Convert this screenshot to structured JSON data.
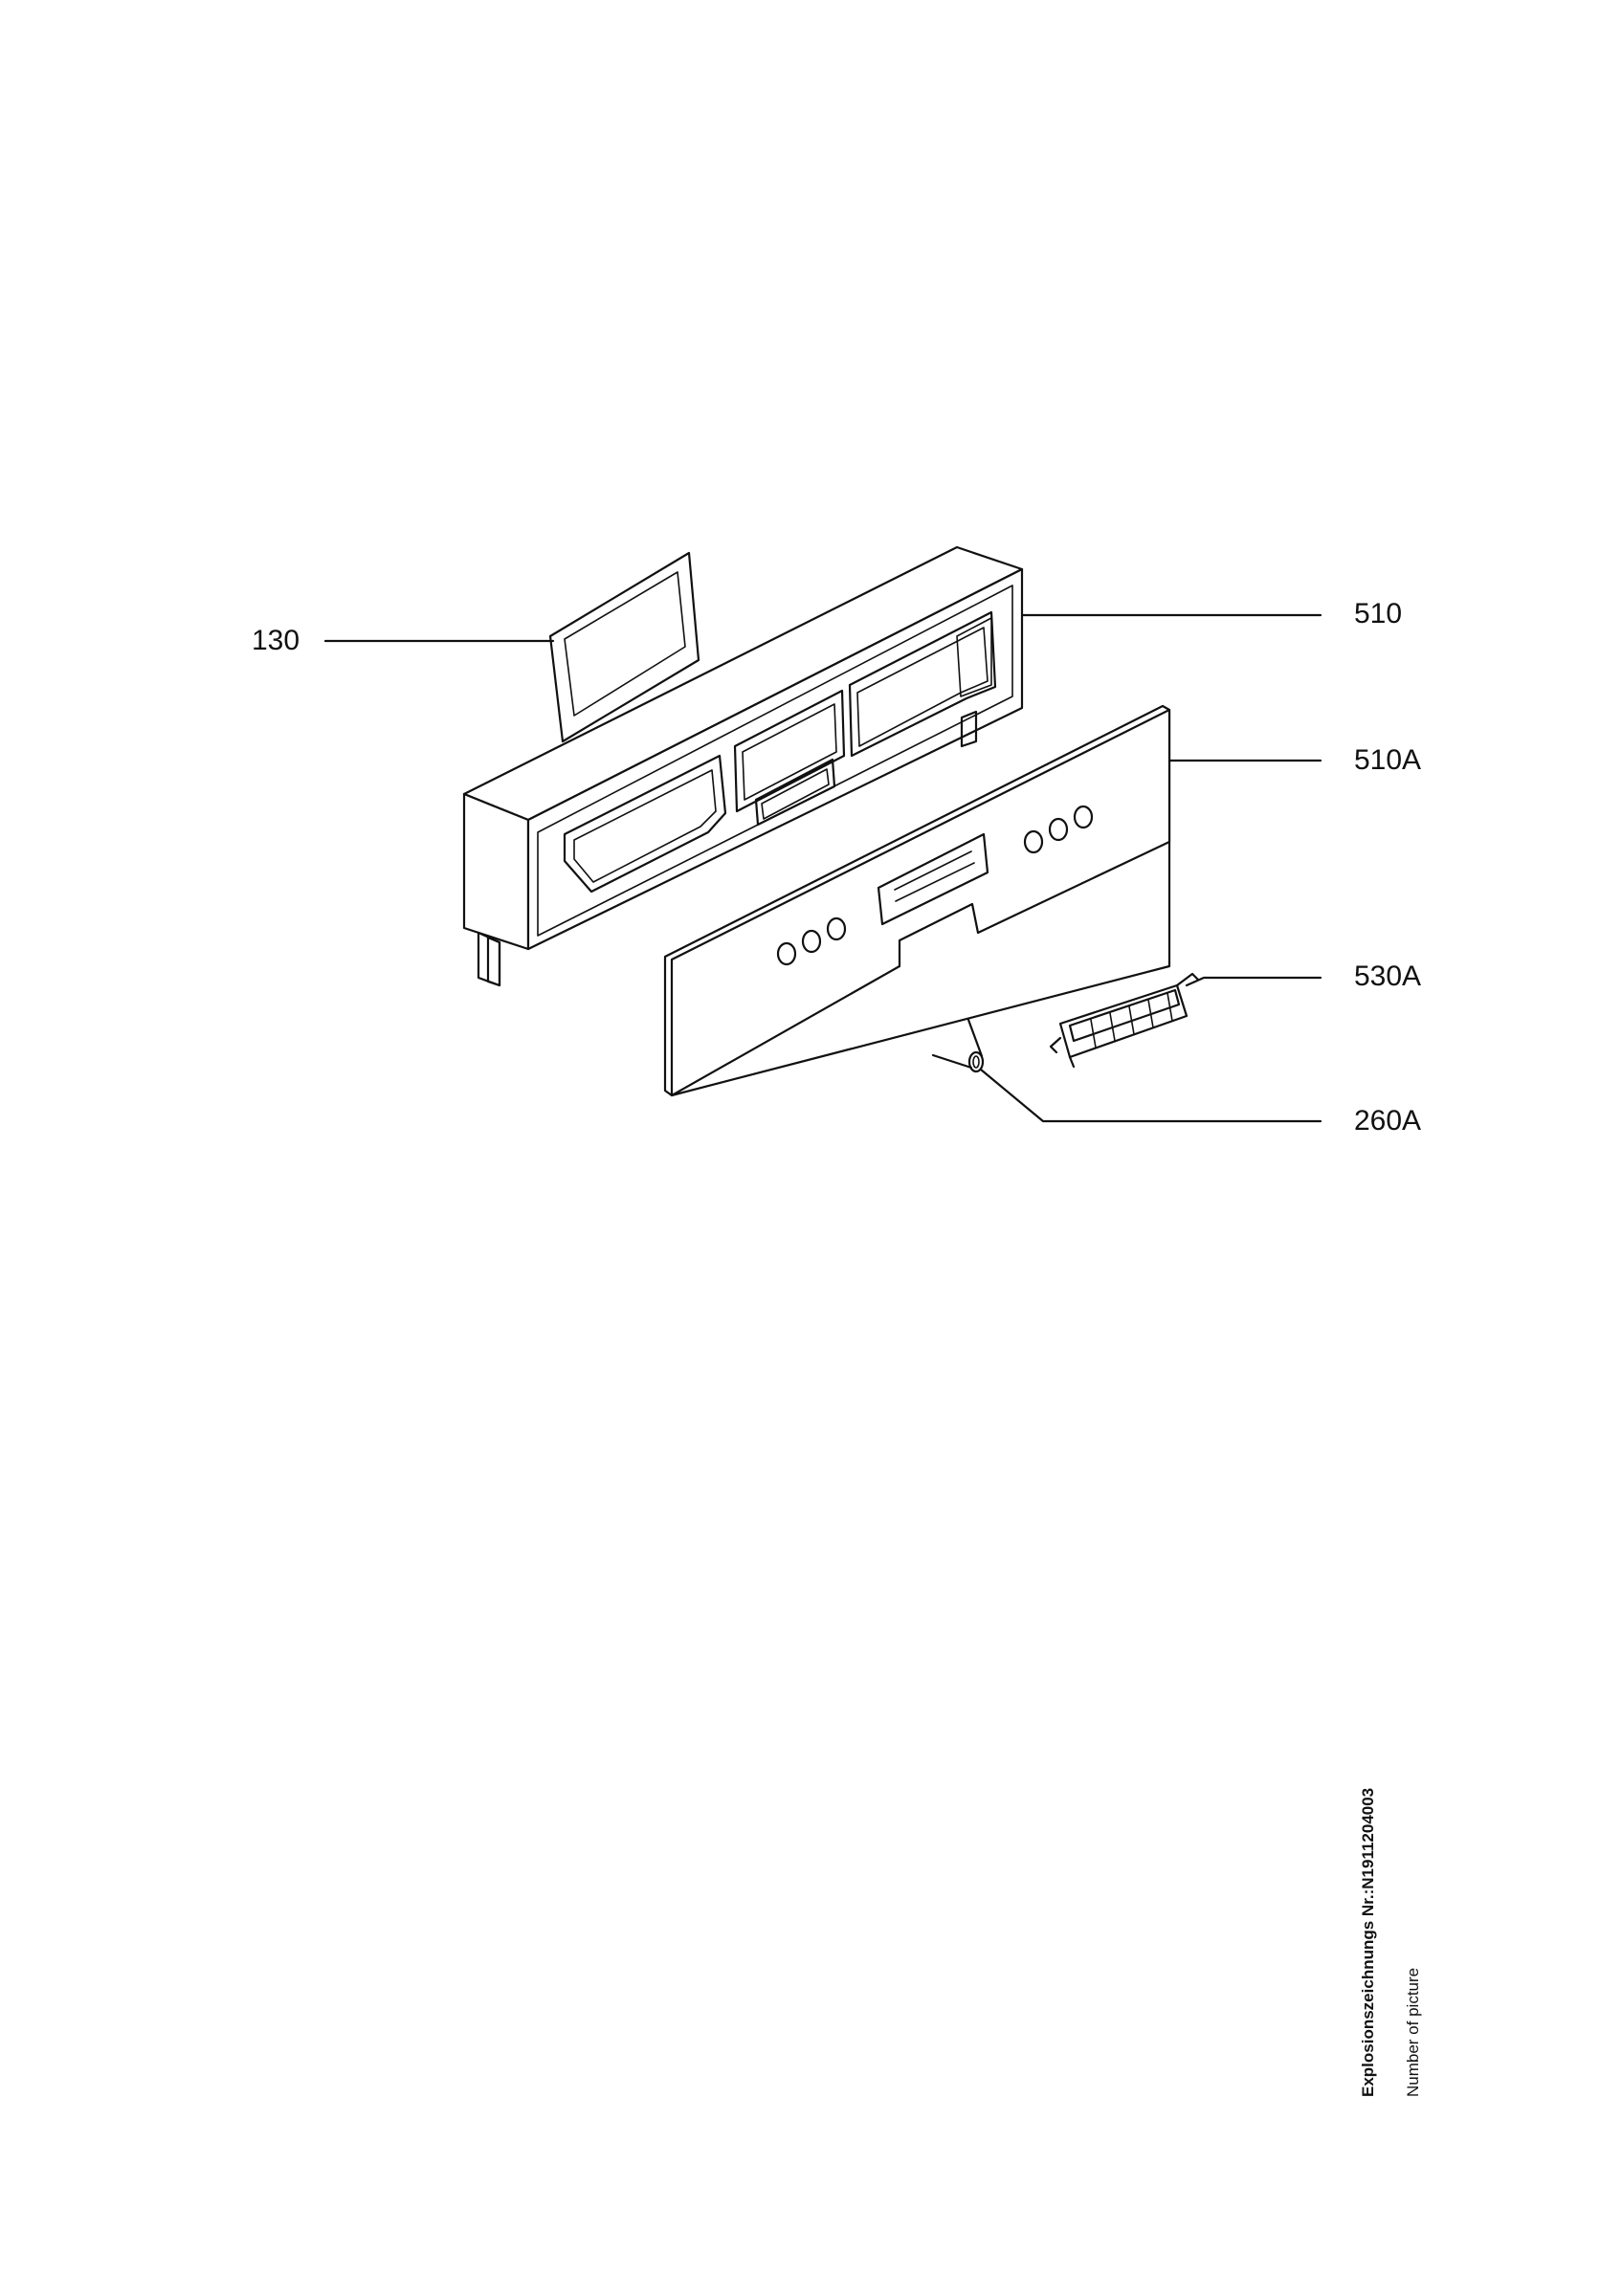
{
  "callouts": [
    {
      "id": "130",
      "label": "130"
    },
    {
      "id": "510",
      "label": "510"
    },
    {
      "id": "510a",
      "label": "510A"
    },
    {
      "id": "530a",
      "label": "530A"
    },
    {
      "id": "260a",
      "label": "260A"
    }
  ],
  "footer": {
    "drawing_number": "Explosionszeichnungs Nr.:N1911204003",
    "caption": "Number of picture"
  },
  "colors": {
    "line": "#111111",
    "background": "#ffffff"
  }
}
